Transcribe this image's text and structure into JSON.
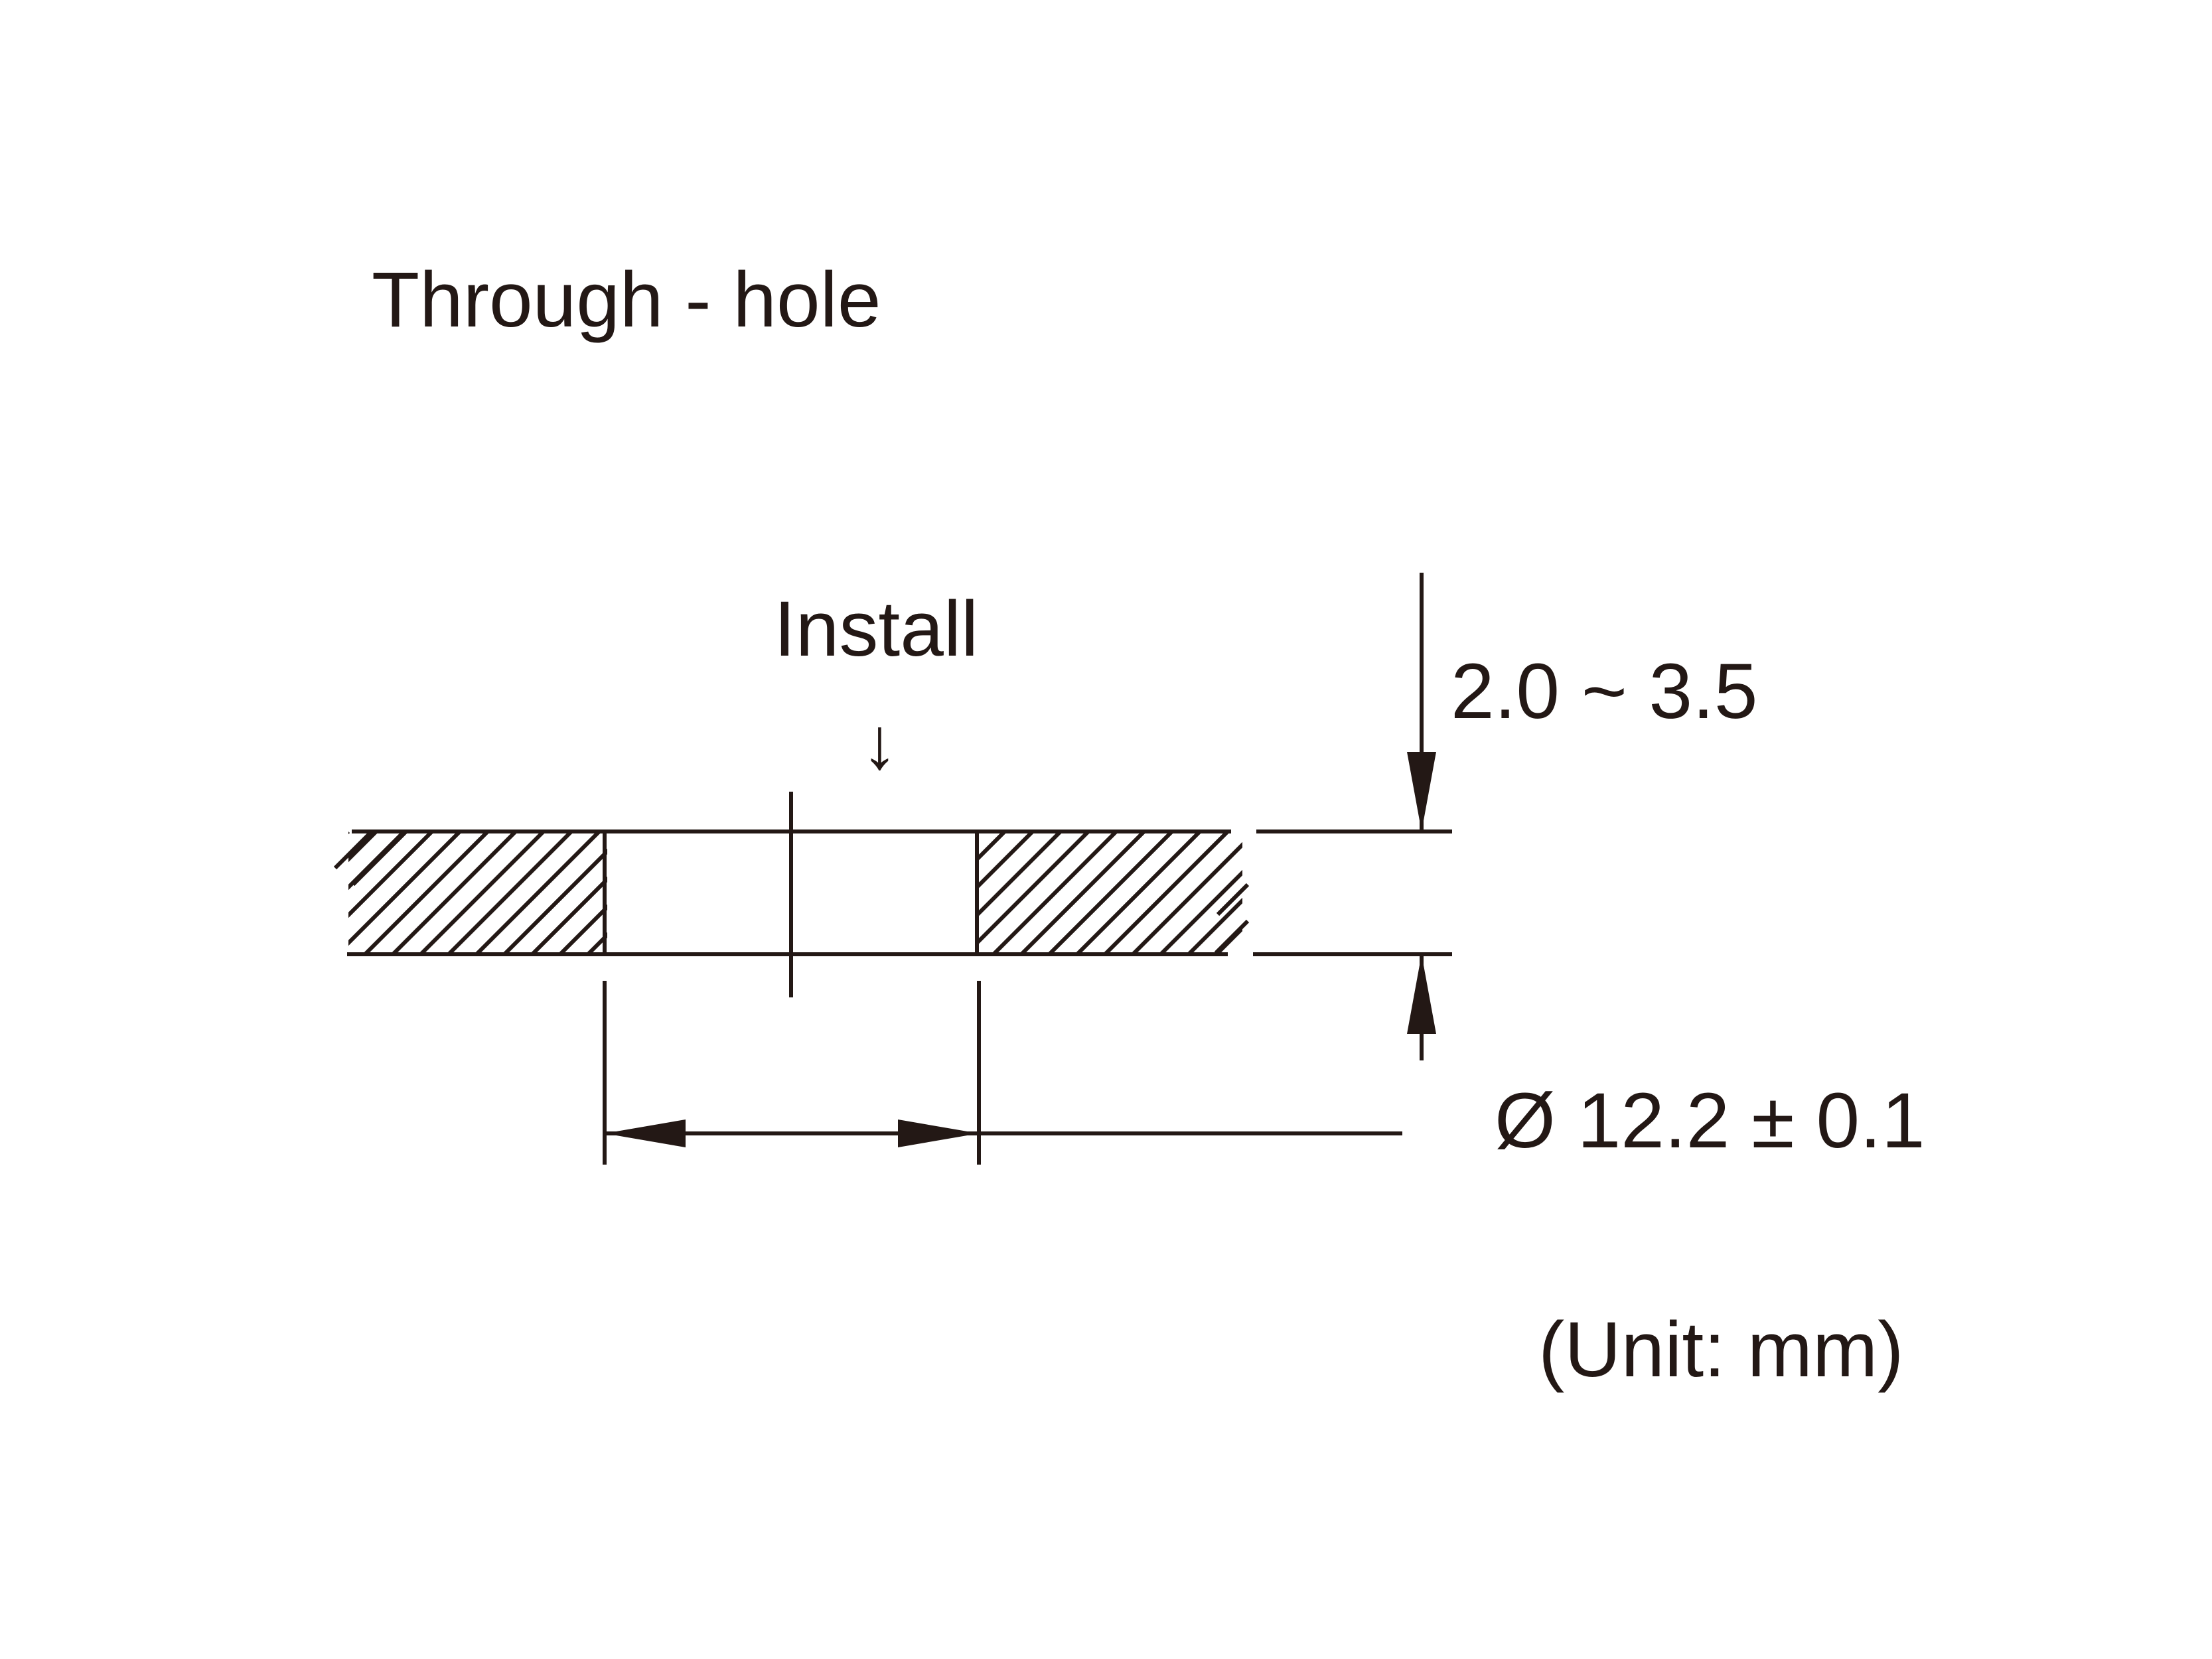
{
  "title": "Through - hole",
  "install": {
    "label": "Install",
    "arrow_glyph": "↓"
  },
  "dimensions": {
    "thickness": "2.0 ~ 3.5",
    "diameter": "Ø 12.2 ± 0.1"
  },
  "unit_note": "(Unit: mm)",
  "colors": {
    "ink": "#231815",
    "background": "#ffffff"
  }
}
